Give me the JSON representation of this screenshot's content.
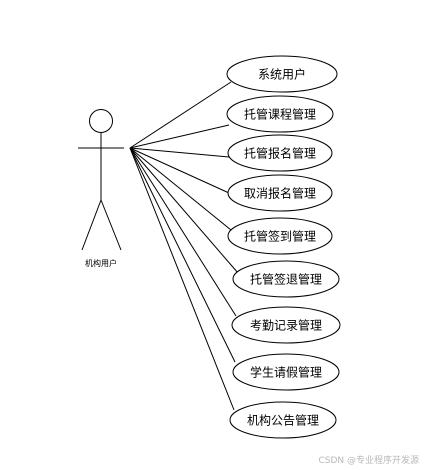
{
  "actor": {
    "label": "机构用户"
  },
  "use_cases": [
    {
      "label": "系统用户"
    },
    {
      "label": "托管课程管理"
    },
    {
      "label": "托管报名管理"
    },
    {
      "label": "取消报名管理"
    },
    {
      "label": "托管签到管理"
    },
    {
      "label": "托管签退管理"
    },
    {
      "label": "考勤记录管理"
    },
    {
      "label": "学生请假管理"
    },
    {
      "label": "机构公告管理"
    }
  ],
  "watermark": "CSDN @专业程序开发源"
}
